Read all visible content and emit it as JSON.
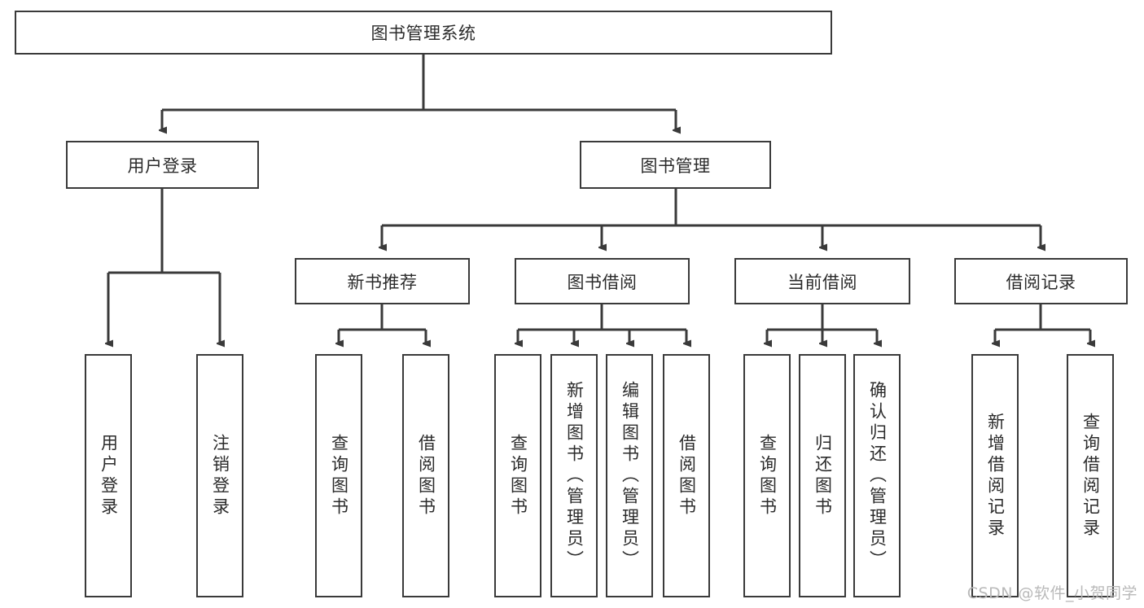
{
  "diagram": {
    "type": "tree-hierarchy",
    "title": "图书管理系统",
    "root": {
      "label": "图书管理系统"
    },
    "level2": [
      {
        "label": "用户登录"
      },
      {
        "label": "图书管理"
      }
    ],
    "level3": [
      {
        "label": "新书推荐"
      },
      {
        "label": "图书借阅"
      },
      {
        "label": "当前借阅"
      },
      {
        "label": "借阅记录"
      }
    ],
    "leaves": {
      "user_login": [
        "用户登录",
        "注销登录"
      ],
      "new_book_recommend": [
        "查询图书",
        "借阅图书"
      ],
      "book_borrow": [
        "查询图书",
        "新增图书（管理员）",
        "编辑图书（管理员）",
        "借阅图书"
      ],
      "current_borrow": [
        "查询图书",
        "归还图书",
        "确认归还（管理员）"
      ],
      "borrow_record": [
        "新增借阅记录",
        "查询借阅记录"
      ]
    },
    "colors": {
      "border": "#3a3a3a",
      "fill": "#ffffff",
      "text": "#2b2b2b",
      "watermark": "#b9b9b9"
    }
  },
  "watermark": {
    "text": "CSDN @软件_小贺同学"
  }
}
